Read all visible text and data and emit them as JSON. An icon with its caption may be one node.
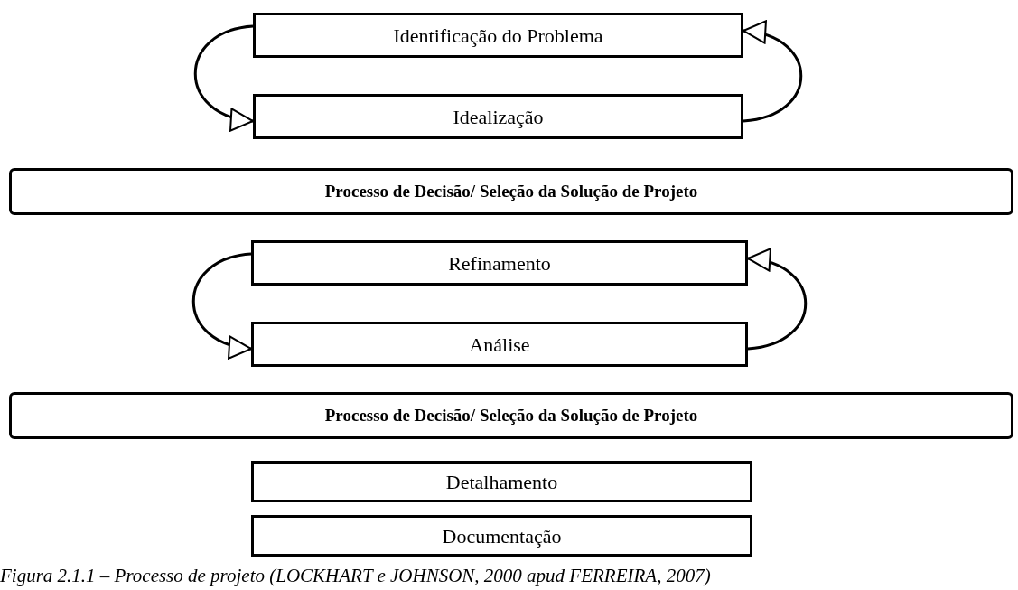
{
  "diagram": {
    "caption": "Figura 2.1.1 – Processo de projeto (LOCKHART e JOHNSON, 2000 apud FERREIRA, 2007)",
    "nodes": [
      {
        "text": [
          "Identificação do Problema"
        ]
      },
      {
        "text": [
          "Idealização"
        ]
      },
      {
        "text": [
          "Processo de Decisão/ Seleção da Solução de Projeto"
        ]
      },
      {
        "text": [
          "Refinamento"
        ]
      },
      {
        "text": [
          "Análise"
        ]
      },
      {
        "text": [
          "Processo de Decisão/ Seleção da Solução de Projeto"
        ]
      },
      {
        "text": [
          "Detalhamento"
        ]
      },
      {
        "text": [
          "Documentação"
        ]
      }
    ],
    "edges": [
      {
        "from": 0,
        "to": 1,
        "arrow": "to"
      },
      {
        "from": 1,
        "to": 0,
        "arrow": "to"
      },
      {
        "from": 3,
        "to": 4,
        "arrow": "to"
      },
      {
        "from": 4,
        "to": 3,
        "arrow": "to"
      }
    ]
  }
}
